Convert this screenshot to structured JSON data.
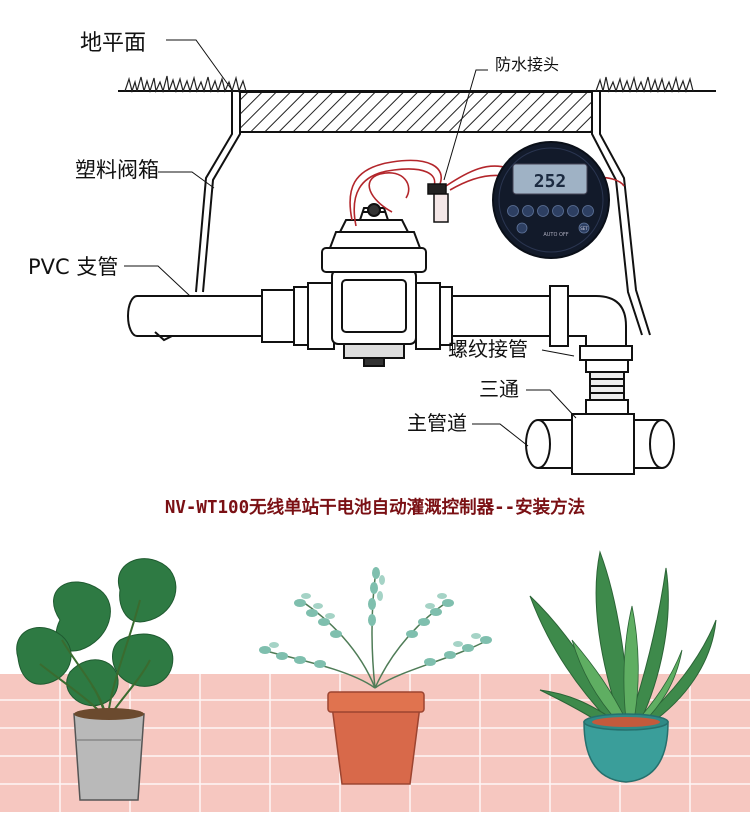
{
  "labels": {
    "ground": "地平面",
    "waterproof_connector": "防水接头",
    "valve_box": "塑料阀箱",
    "pvc_branch": "PVC 支管",
    "threaded_fitting": "螺纹接管",
    "tee": "三通",
    "main_pipe": "主管道"
  },
  "controller": {
    "display_value": "252",
    "button_set_label": "SET",
    "status_text": "AUTO OFF"
  },
  "caption": "NV-WT100无线单站干电池自动灌溉控制器--安装方法",
  "colors": {
    "caption": "#7a1014",
    "wire": "#b3262b",
    "tile": "#f6c7c0",
    "grid": "#ffffff",
    "controller_body": "#121a2a",
    "lcd": "#9fb2c5"
  },
  "icons": [
    "monstera-plant-icon",
    "eucalyptus-plant-icon",
    "agave-plant-icon"
  ]
}
